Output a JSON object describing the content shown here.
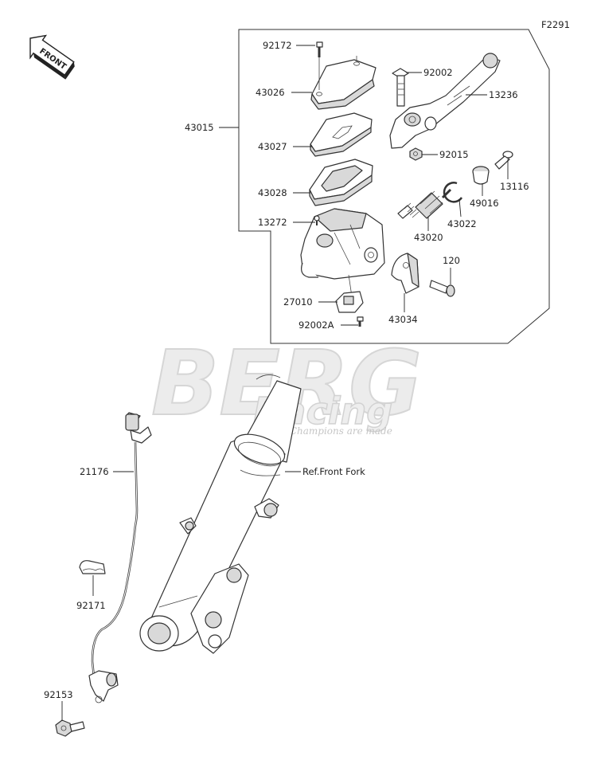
{
  "figure_code": "F2291",
  "front_indicator": "FRONT",
  "watermark": {
    "brand": "BERG",
    "sub": "Racing",
    "tagline": "Where Champions are made"
  },
  "labels": {
    "p92172": "92172",
    "p43026": "43026",
    "p43015": "43015",
    "p43027": "43027",
    "p43028": "43028",
    "p13272": "13272",
    "p27010": "27010",
    "p92002A": "92002A",
    "p92002": "92002",
    "p13236": "13236",
    "p92015": "92015",
    "p13116": "13116",
    "p49016": "49016",
    "p43022": "43022",
    "p43020": "43020",
    "p120": "120",
    "p43034": "43034",
    "p21176": "21176",
    "p92171": "92171",
    "p92153": "92153",
    "ref_front_fork": "Ref.Front Fork"
  }
}
